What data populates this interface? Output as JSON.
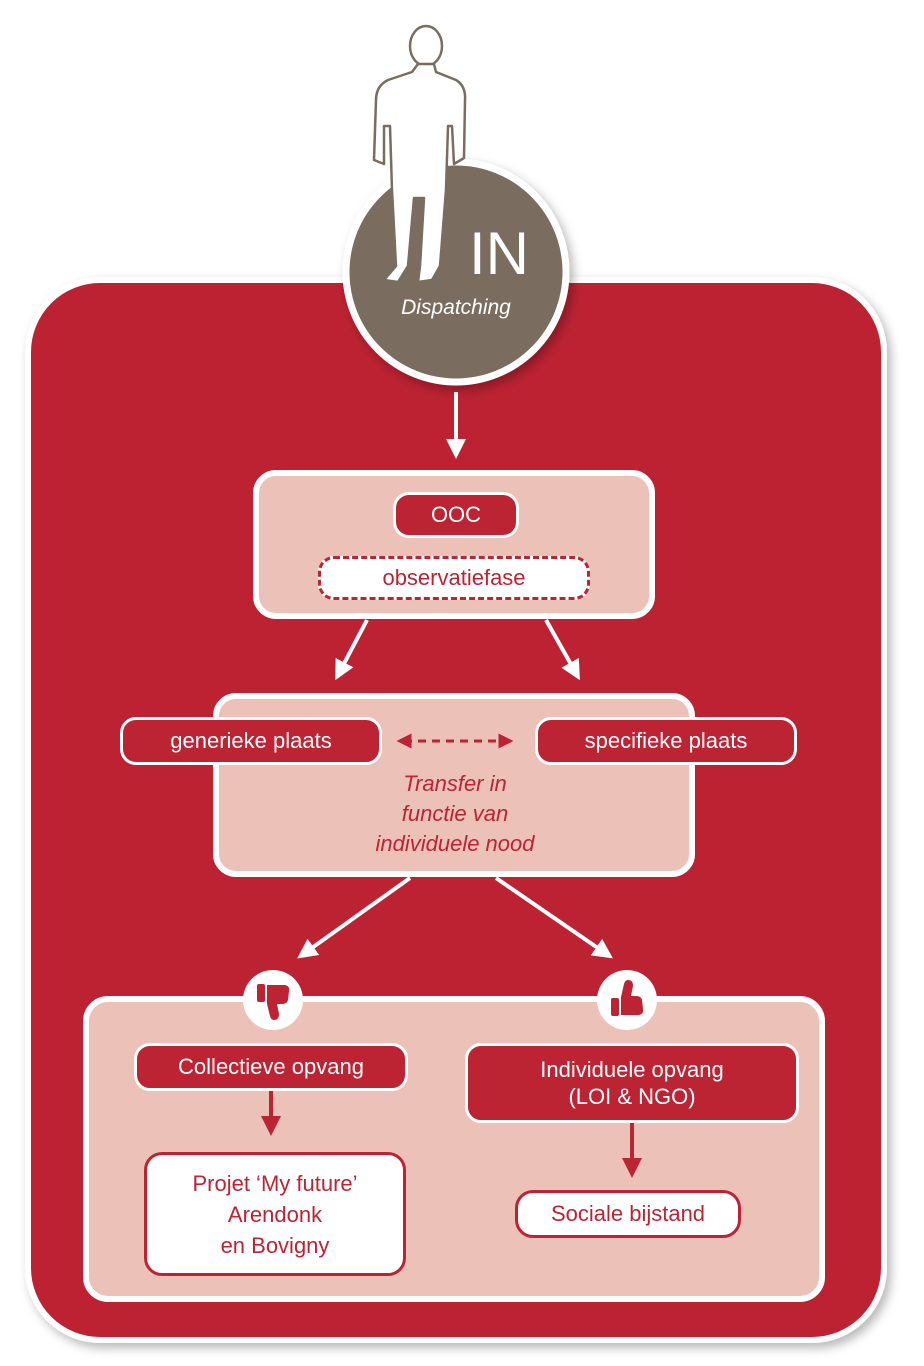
{
  "colors": {
    "main_red": "#bc2433",
    "light_pink": "#ebc1b8",
    "node_brown": "#7a6c5f",
    "white": "#ffffff"
  },
  "icons": {
    "person": "person-silhouette-icon",
    "thumbs_down": "thumbs-down-icon",
    "thumbs_up": "thumbs-up-icon"
  },
  "start_node": {
    "label": "IN",
    "subtitle": "Dispatching"
  },
  "phase1": {
    "ooc_label": "OOC",
    "observation_label": "observatiefase"
  },
  "phase2": {
    "generic_label": "generieke plaats",
    "specific_label": "specifieke plaats",
    "transfer_line1": "Transfer in",
    "transfer_line2": "functie van",
    "transfer_line3": "individuele nood"
  },
  "phase3": {
    "collective_label": "Collectieve opvang",
    "individual_line1": "Individuele opvang",
    "individual_line2": "(LOI & NGO)",
    "project_line1": "Projet ‘My future’",
    "project_line2": "Arendonk",
    "project_line3": "en Bovigny",
    "social_label": "Sociale bijstand"
  }
}
